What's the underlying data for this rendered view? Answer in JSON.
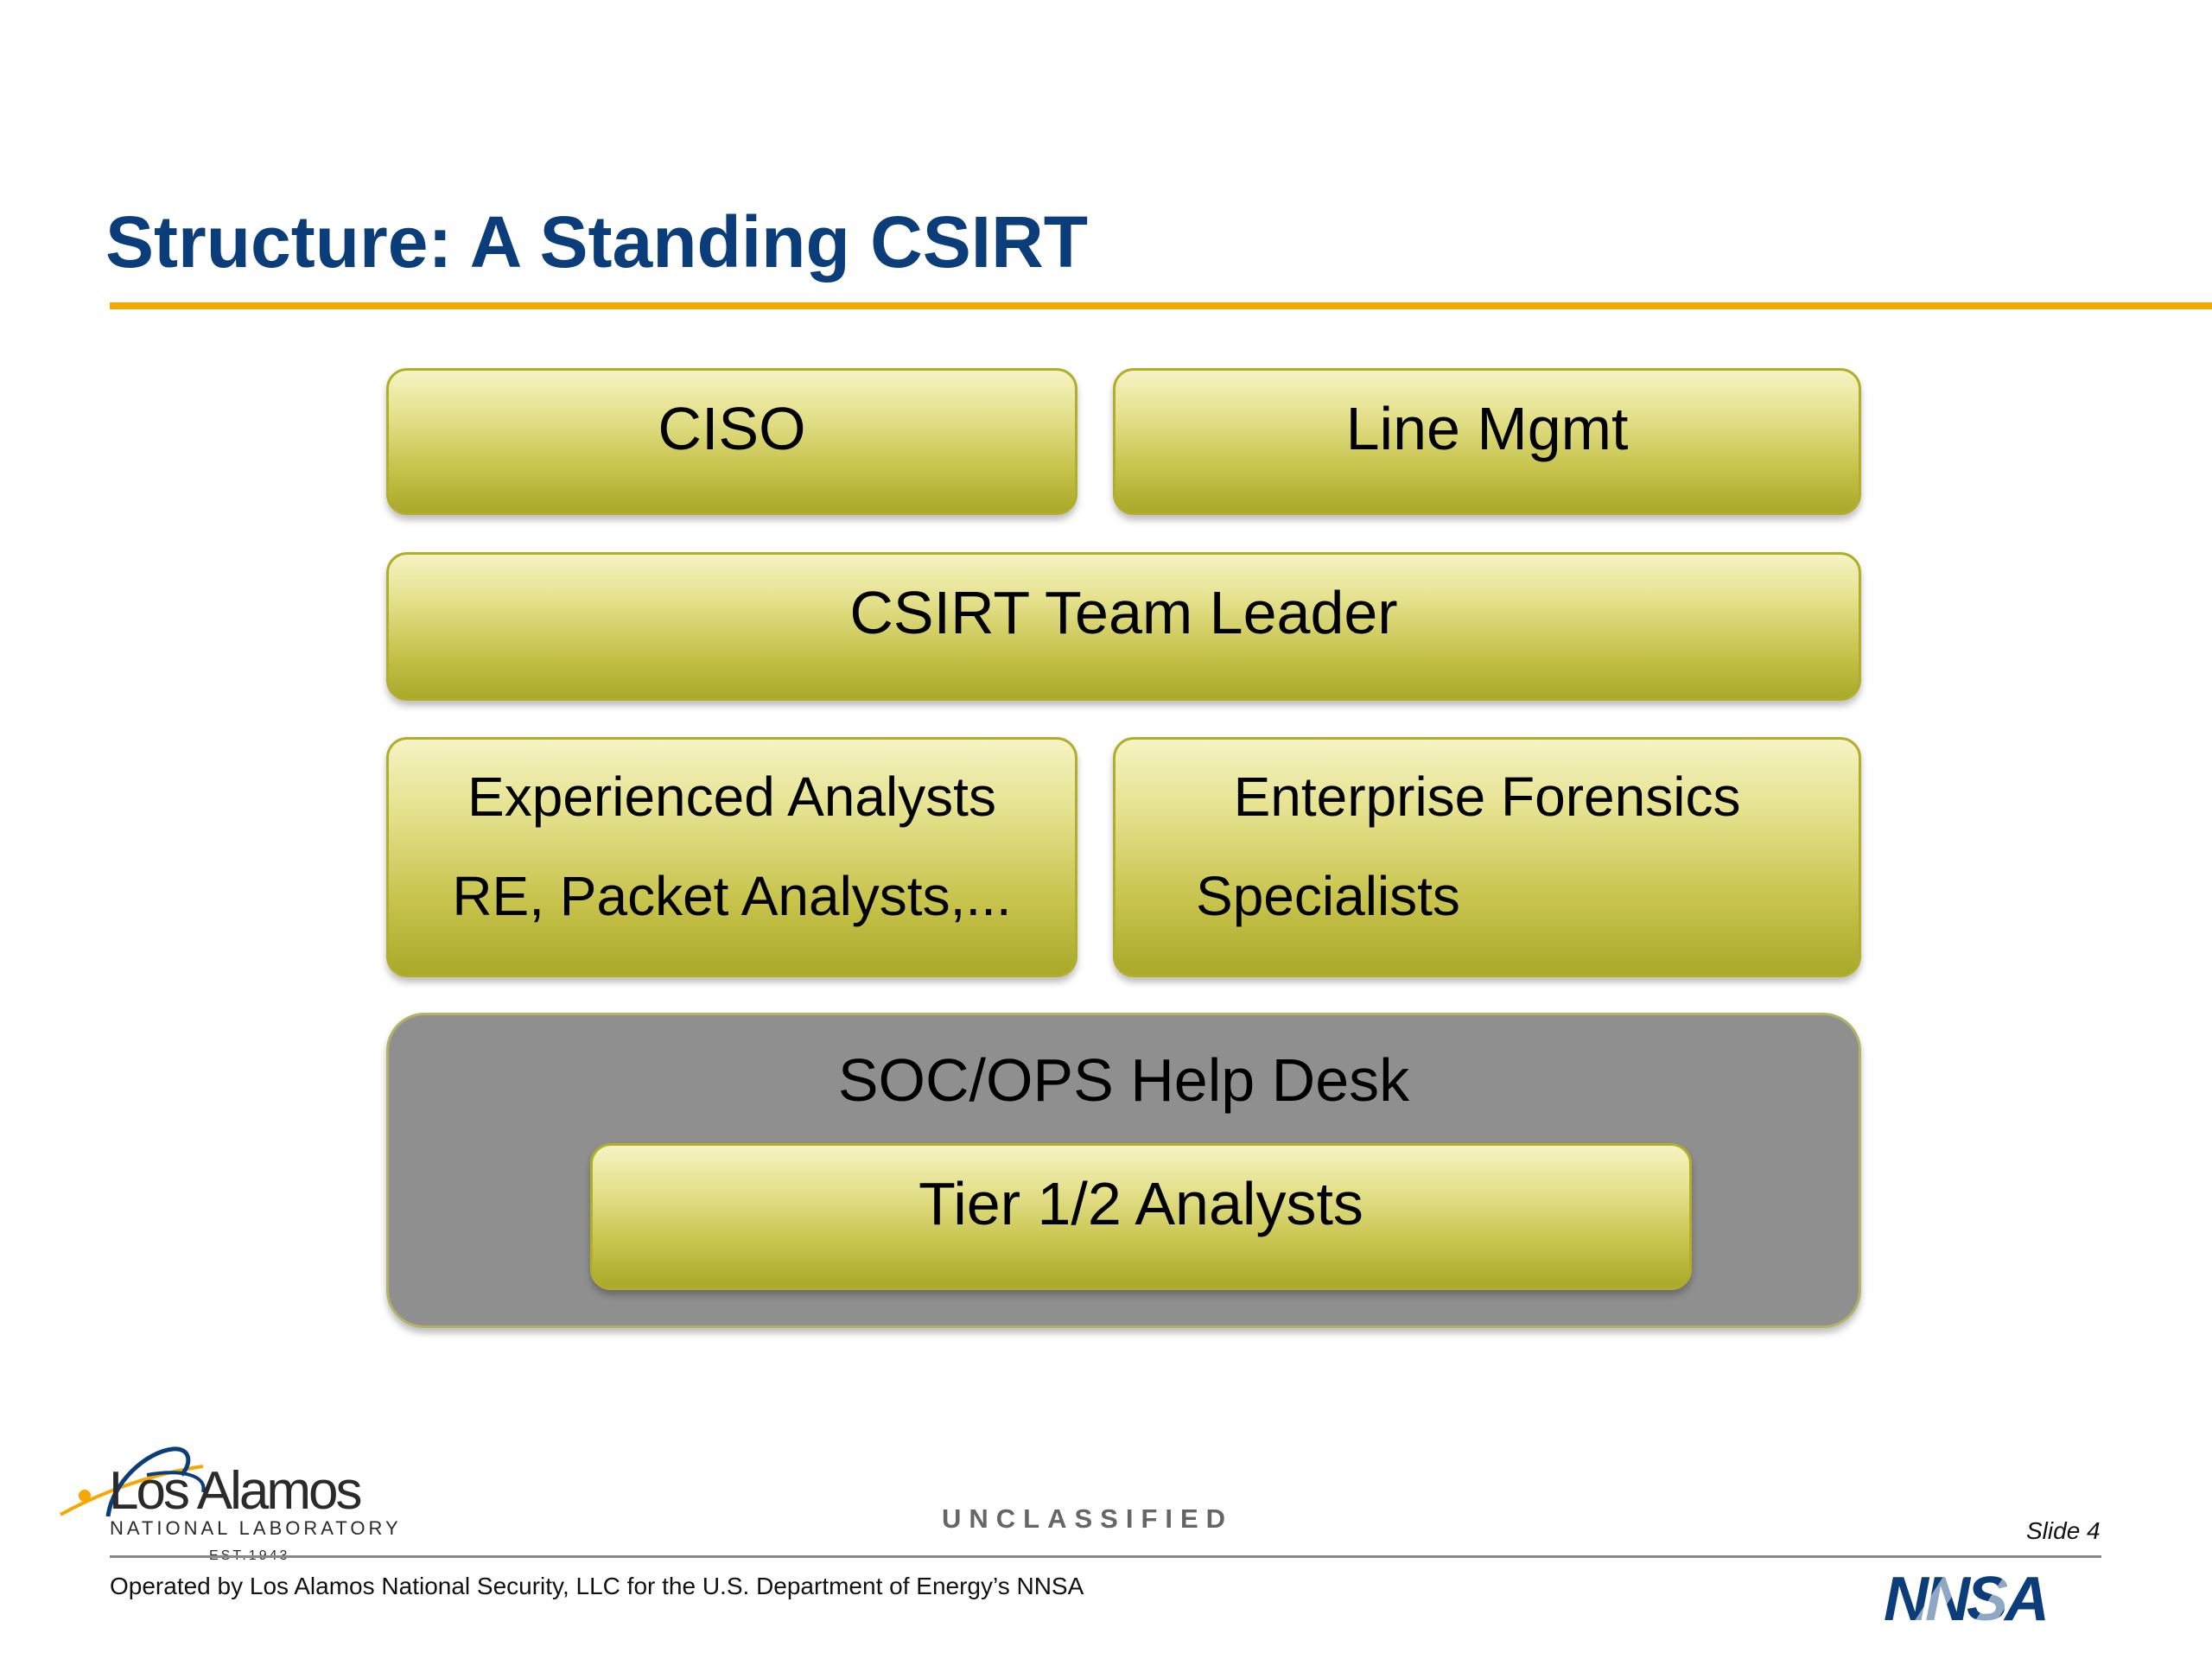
{
  "slide": {
    "title": "Structure: A Standing CSIRT",
    "classification": "UNCLASSIFIED",
    "slide_number": "Slide 4",
    "operated_by": "Operated by Los Alamos National Security, LLC for the U.S. Department of Energy’s NNSA"
  },
  "logo": {
    "name": "Los Alamos",
    "subtitle": "NATIONAL LABORATORY",
    "established": "EST.1943"
  },
  "nnsa_logo": {
    "text": "NNSA"
  },
  "diagram": {
    "ciso": "CISO",
    "line_mgmt": "Line Mgmt",
    "team_leader": "CSIRT Team Leader",
    "analysts": {
      "line1": "Experienced Analysts",
      "line2": "RE, Packet Analysts,..."
    },
    "forensics": {
      "line1": "Enterprise Forensics",
      "line2": "Specialists"
    },
    "soc": {
      "label": "SOC/OPS Help Desk",
      "tier": "Tier 1/2 Analysts"
    }
  },
  "colors": {
    "title": "#0b3d7a",
    "title_rule": "#f6a800",
    "box_fill": "#c6c24a",
    "soc_fill": "#8f8f8f"
  }
}
